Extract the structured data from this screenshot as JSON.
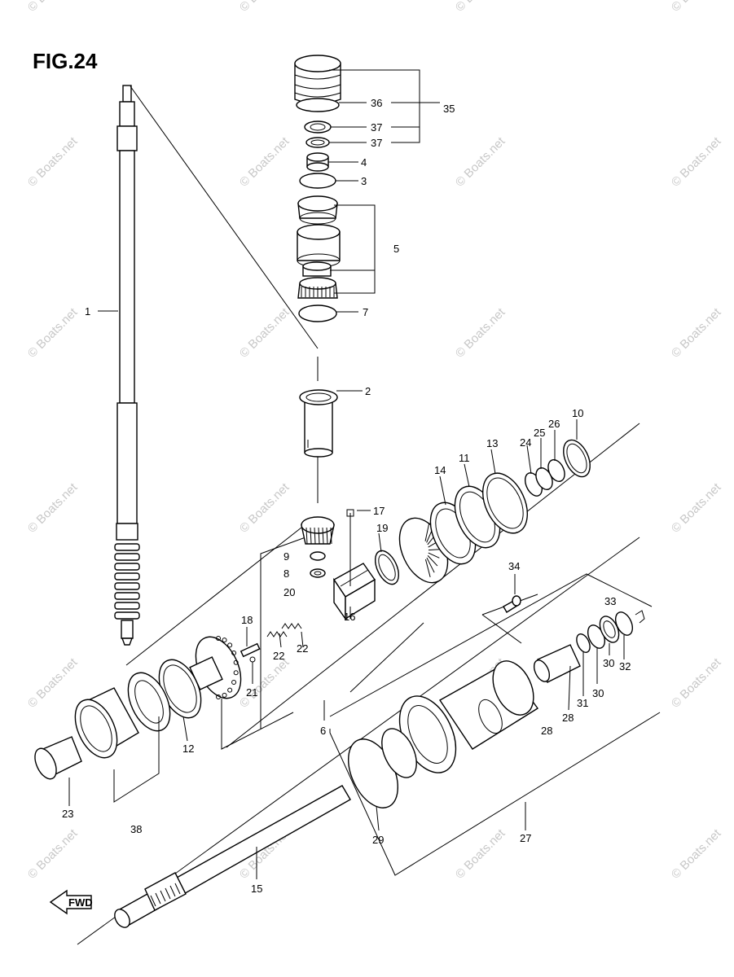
{
  "figure_title": "FIG.24",
  "watermark": "© Boats.net",
  "fwd_label": "FWD",
  "callouts": [
    "1",
    "2",
    "3",
    "4",
    "5",
    "6",
    "7",
    "8",
    "9",
    "10",
    "11",
    "12",
    "13",
    "14",
    "15",
    "16",
    "17",
    "18",
    "19",
    "20",
    "21",
    "22",
    "22",
    "23",
    "24",
    "25",
    "26",
    "27",
    "28",
    "28",
    "29",
    "30",
    "30",
    "31",
    "32",
    "33",
    "34",
    "35",
    "36",
    "37",
    "37",
    "38"
  ]
}
